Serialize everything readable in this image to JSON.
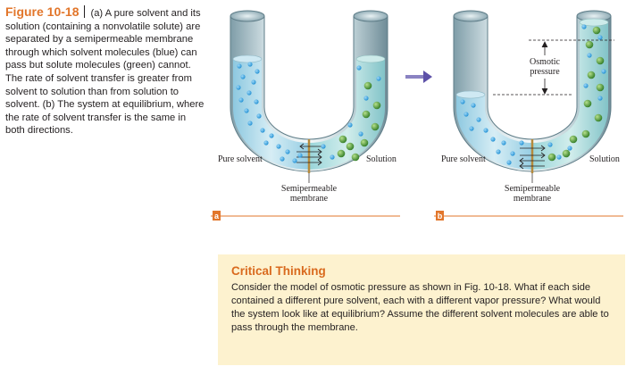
{
  "caption": {
    "label": "Figure 10-18",
    "text": "(a) A pure solvent and its solution (containing a nonvolatile solute) are separated by a semipermeable membrane through which solvent molecules (blue) can pass but solute molecules (green) cannot. The rate of solvent transfer is greater from solvent to solution than from solution to solvent. (b) The system at equilibrium, where the rate of solvent transfer is the same in both directions."
  },
  "panel_a": {
    "label": "a",
    "left_label": "Pure solvent",
    "right_label": "Solution",
    "membrane_label_1": "Semipermeable",
    "membrane_label_2": "membrane"
  },
  "panel_b": {
    "label": "b",
    "left_label": "Pure solvent",
    "right_label": "Solution",
    "membrane_label_1": "Semipermeable",
    "membrane_label_2": "membrane",
    "pressure_label_1": "Osmotic",
    "pressure_label_2": "pressure"
  },
  "critical_thinking": {
    "title": "Critical Thinking",
    "body": "Consider the model of osmotic pressure as shown in Fig. 10-18. What if each side contained a different pure solvent, each with a different vapor pressure? What would the system look like at equilibrium? Assume the different solvent molecules are able to pass through the membrane."
  },
  "colors": {
    "accent": "#e2762b",
    "solvent_molecule": "#1f8fd3",
    "solute_molecule": "#4d9a3a",
    "box_background": "#fdf2cf"
  }
}
